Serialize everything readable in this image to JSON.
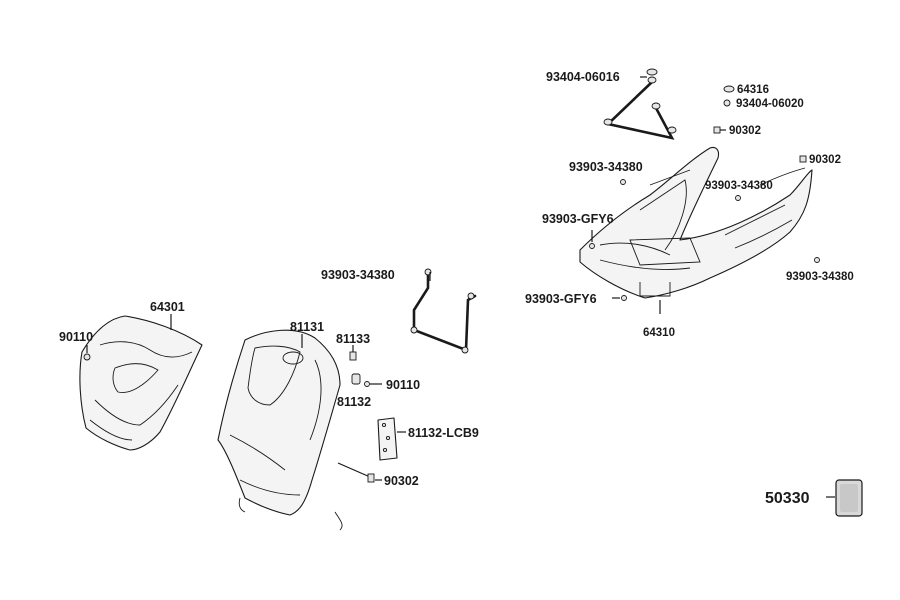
{
  "diagram": {
    "labels": {
      "p93404_06016": "93404-06016",
      "p64316": "64316",
      "p93404_06020": "93404-06020",
      "p90302_a": "90302",
      "p93903_34380_a": "93903-34380",
      "p90302_b": "90302",
      "p93903_34380_b": "93903-34380",
      "p93903_gfy6_a": "93903-GFY6",
      "p93903_34380_c": "93903-34380",
      "p93903_34380_d": "93903-34380",
      "p93903_gfy6_b": "93903-GFY6",
      "p64310": "64310",
      "p64301": "64301",
      "p90110_a": "90110",
      "p81131": "81131",
      "p81133": "81133",
      "p90110_b": "90110",
      "p81132": "81132",
      "p81132_lcb9": "81132-LCB9",
      "p90302_c": "90302",
      "p50330": "50330"
    }
  }
}
